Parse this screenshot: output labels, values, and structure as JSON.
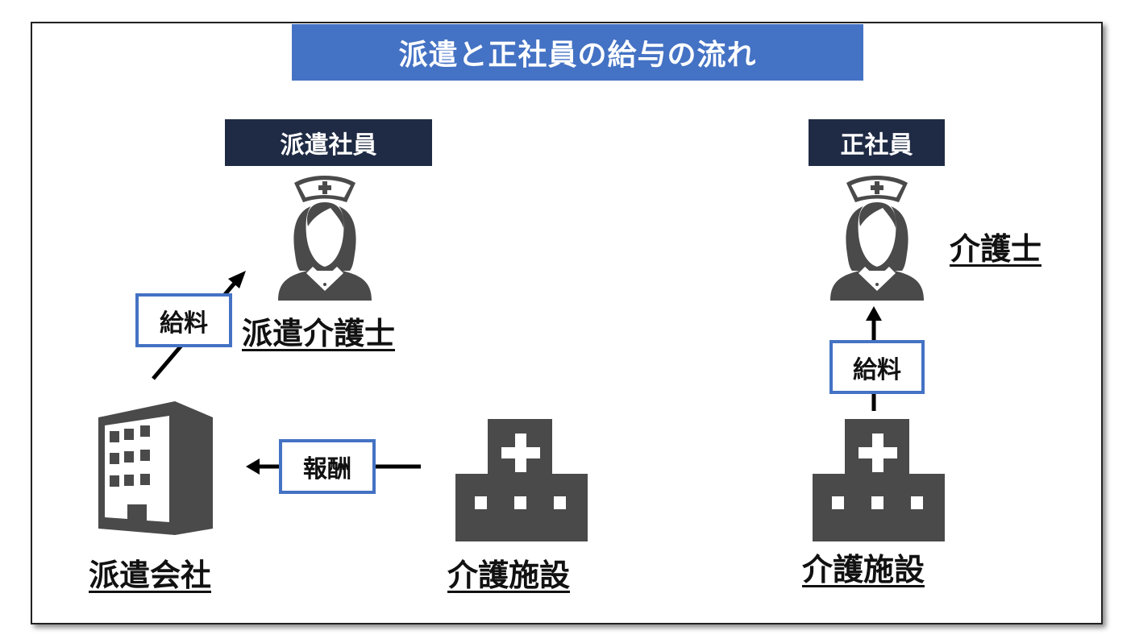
{
  "title": "派遣と正社員の給与の流れ",
  "left": {
    "tag": "派遣社員",
    "worker_label": "派遣介護士",
    "salary_label": "給料",
    "company_label": "派遣会社",
    "fee_label": "報酬",
    "facility_label": "介護施設"
  },
  "right": {
    "tag": "正社員",
    "worker_label": "介護士",
    "salary_label": "給料",
    "facility_label": "介護施設"
  },
  "colors": {
    "accent": "#4472C4",
    "tag_bg": "#1f2a44",
    "icon": "#4a4a4a"
  }
}
